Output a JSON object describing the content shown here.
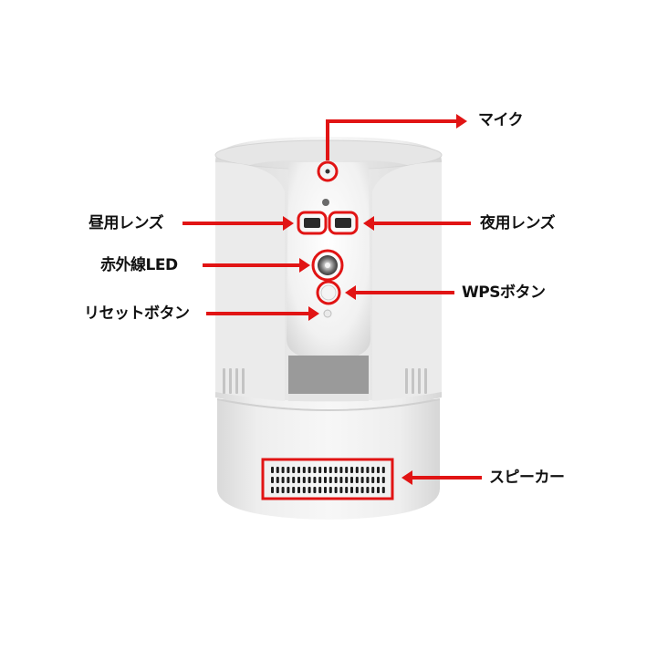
{
  "colors": {
    "annotation": "#e11414",
    "body": "#f2f2f2",
    "body_shade": "#dcdcdc",
    "text": "#111111"
  },
  "labels": {
    "mic": "マイク",
    "day_lens": "昼用レンズ",
    "night_lens": "夜用レンズ",
    "ir_led": "赤外線LED",
    "wps_button": "WPSボタン",
    "reset_button": "リセットボタン",
    "speaker": "スピーカー"
  }
}
